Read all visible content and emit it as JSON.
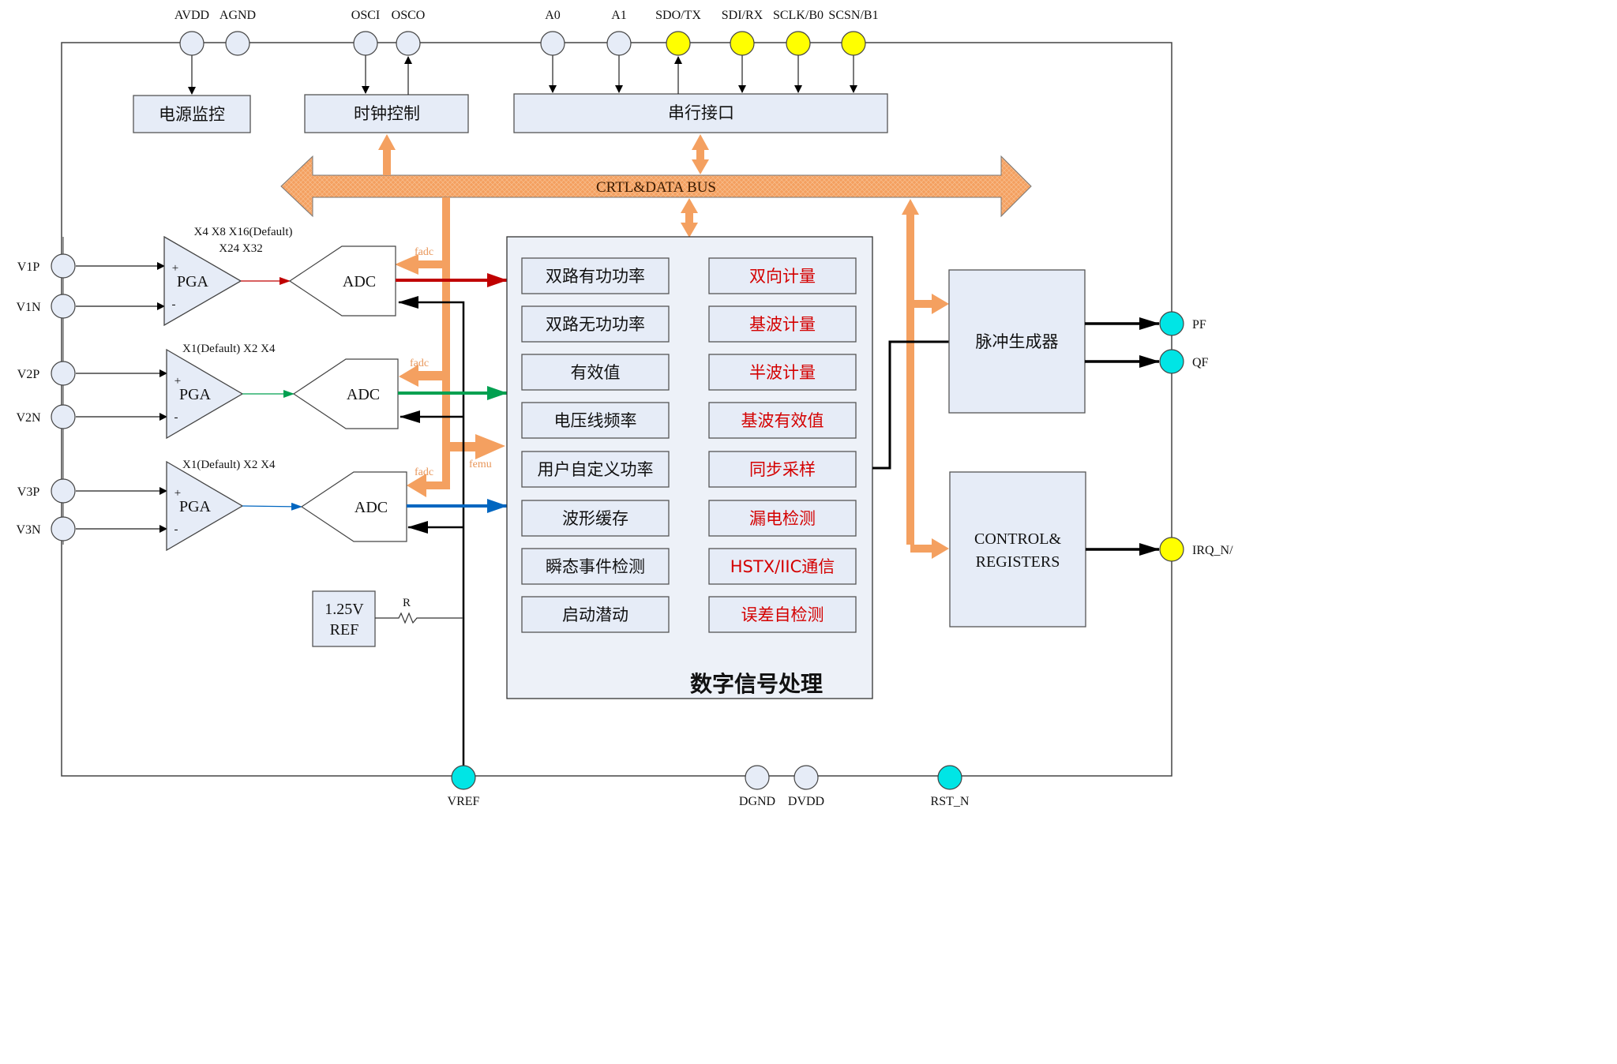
{
  "colors": {
    "block_fill": "#e6ecf7",
    "panel_fill": "#edf1f8",
    "pin_fill": "#e6ecf7",
    "pin_yellow": "#ffff00",
    "pin_cyan": "#00e5e5",
    "bus_orange": "#f4a060",
    "ch1": "#c00000",
    "ch2": "#00a050",
    "ch3": "#0066c0",
    "red_text": "#d40000"
  },
  "top_pins": [
    {
      "id": "avdd",
      "label": "AVDD",
      "color": "gray"
    },
    {
      "id": "agnd",
      "label": "AGND",
      "color": "gray"
    },
    {
      "id": "osci",
      "label": "OSCI",
      "color": "gray"
    },
    {
      "id": "osco",
      "label": "OSCO",
      "color": "gray"
    },
    {
      "id": "a0",
      "label": "A0",
      "color": "gray"
    },
    {
      "id": "a1",
      "label": "A1",
      "color": "gray"
    },
    {
      "id": "sdo",
      "label": "SDO/TX",
      "color": "yellow"
    },
    {
      "id": "sdi",
      "label": "SDI/RX",
      "color": "yellow"
    },
    {
      "id": "sclk",
      "label": "SCLK/B0",
      "color": "yellow"
    },
    {
      "id": "scsn",
      "label": "SCSN/B1",
      "color": "yellow"
    }
  ],
  "top_blocks": {
    "power": "电源监控",
    "clock": "时钟控制",
    "serial": "串行接口"
  },
  "bus_label": "CRTL&DATA BUS",
  "left_pins": [
    "V1P",
    "V1N",
    "V2P",
    "V2N",
    "V3P",
    "V3N"
  ],
  "channels": [
    {
      "gain_line1": "X4 X8 X16(Default)",
      "gain_line2": "X24 X32",
      "pga": "PGA",
      "adc": "ADC",
      "plus": "+",
      "minus": "-",
      "clk": "fadc"
    },
    {
      "gain_line1": "X1(Default) X2 X4",
      "gain_line2": "",
      "pga": "PGA",
      "adc": "ADC",
      "plus": "+",
      "minus": "-",
      "clk": "fadc"
    },
    {
      "gain_line1": "X1(Default) X2 X4",
      "gain_line2": "",
      "pga": "PGA",
      "adc": "ADC",
      "plus": "+",
      "minus": "-",
      "clk": "fadc"
    }
  ],
  "femu_label": "femu",
  "ref": {
    "line1": "1.25V",
    "line2": "REF",
    "resistor": "R"
  },
  "dsp": {
    "title": "数字信号处理",
    "left_items": [
      "双路有功功率",
      "双路无功功率",
      "有效值",
      "电压线频率",
      "用户自定义功率",
      "波形缓存",
      "瞬态事件检测",
      "启动潜动"
    ],
    "right_items": [
      "双向计量",
      "基波计量",
      "半波计量",
      "基波有效值",
      "同步采样",
      "漏电检测",
      "HSTX/IIC通信",
      "误差自检测"
    ]
  },
  "pulse_gen": "脉冲生成器",
  "control": {
    "line1": "CONTROL&",
    "line2": "REGISTERS"
  },
  "right_pins": [
    "PF",
    "QF",
    "IRQ_N/"
  ],
  "bottom_pins": [
    "VREF",
    "DGND",
    "DVDD",
    "RST_N"
  ]
}
